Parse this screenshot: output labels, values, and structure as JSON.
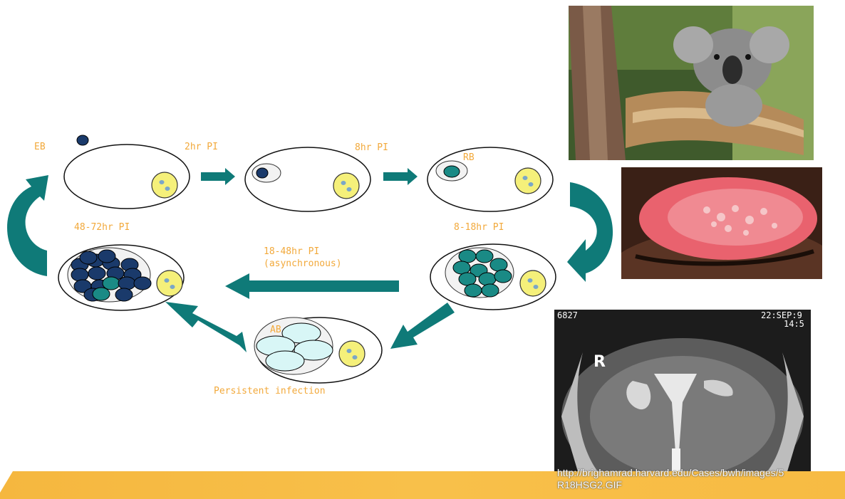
{
  "diagram": {
    "labels": {
      "eb": "EB",
      "t2": "2hr PI",
      "t8": "8hr PI",
      "rb": "RB",
      "t8_18": "8-18hr PI",
      "t18_48a": "18-48hr PI",
      "t18_48b": "(asynchronous)",
      "t48_72": "48-72hr PI",
      "ab": "AB",
      "persistent": "Persistent infection"
    },
    "colors": {
      "eb_dark": "#1a3a6b",
      "rb_teal": "#1a8a85",
      "arrow_teal": "#0f7a78",
      "nucleus_yellow": "#f5f07a",
      "ab_light": "#d8f6f6",
      "label_orange": "#f2a93b"
    }
  },
  "images": {
    "koala": "koala-photo",
    "eye": "conjunctiva-photo",
    "xray": "hysterosalpingogram-xray",
    "xray_text_left": "6827",
    "xray_text_right": "22:SEP:9",
    "xray_text_right2": "14:5"
  },
  "caption": {
    "line1": "http://brighamrad.harvard.edu/Cases/bwh/images/5",
    "line2": "R18HSG2.GIF"
  }
}
